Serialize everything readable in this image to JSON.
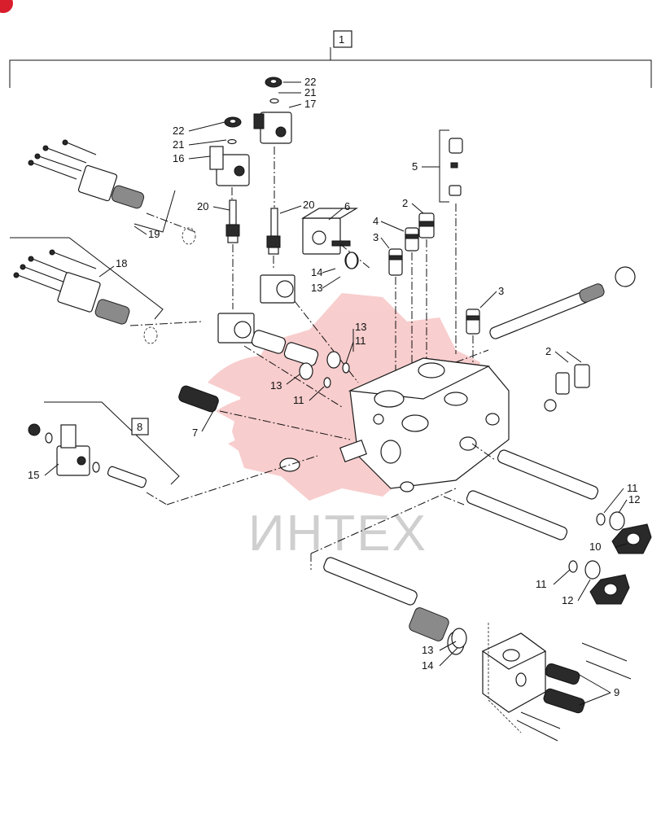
{
  "assembly_box": "1",
  "kit_boxes": {
    "box8": "8"
  },
  "callouts": {
    "c22a": "22",
    "c21a": "21",
    "c17": "17",
    "c22b": "22",
    "c21b": "21",
    "c16": "16",
    "c20a": "20",
    "c20b": "20",
    "c5": "5",
    "c6": "6",
    "c2a": "2",
    "c4": "4",
    "c3a": "3",
    "c14a": "14",
    "c13a": "13",
    "c19": "19",
    "c18": "18",
    "c3b": "3",
    "c2b": "2",
    "c13b": "13",
    "c11a": "11",
    "c13c": "13",
    "c11b": "11",
    "c7": "7",
    "c15": "15",
    "c11c": "11",
    "c12a": "12",
    "c10": "10",
    "c11d": "11",
    "c12b": "12",
    "c13d": "13",
    "c14b": "14",
    "c9": "9"
  },
  "watermark": {
    "text": "ИНТЕХ",
    "color": "#f4a6a6"
  }
}
